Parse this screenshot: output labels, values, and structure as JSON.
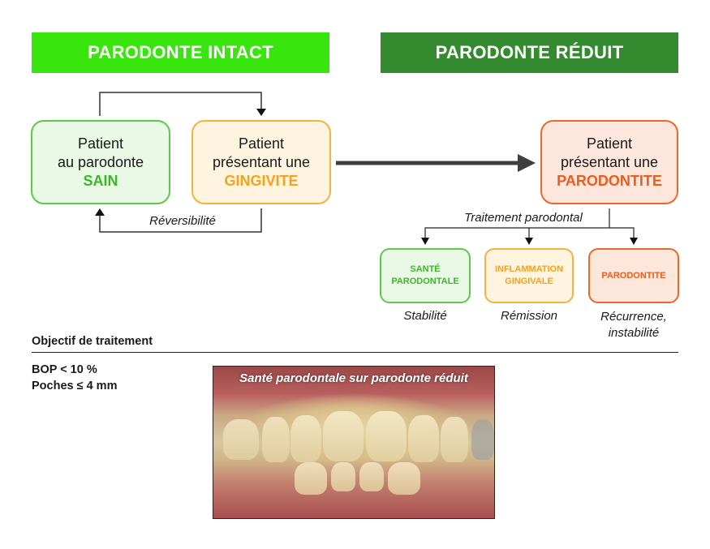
{
  "headers": {
    "left": "PARODONTE INTACT",
    "right": "PARODONTE RÉDUIT"
  },
  "colors": {
    "intact_header": "#38e50c",
    "reduit_header": "#348a2f",
    "healthy": "#3fb52c",
    "gingivitis": "#f4a31c",
    "periodontitis": "#ec5d1c"
  },
  "boxes": {
    "sain": {
      "line1": "Patient",
      "line2": "au parodonte",
      "strong": "SAIN"
    },
    "gingivite": {
      "line1": "Patient",
      "line2": "présentant une",
      "strong": "GINGIVITE"
    },
    "parodontite": {
      "line1": "Patient",
      "line2": "présentant une",
      "strong": "PARODONTITE"
    }
  },
  "labels": {
    "reversibilite": "Réversibilité",
    "traitement": "Traitement parodontal"
  },
  "outcomes": [
    {
      "line1": "SANTÉ",
      "line2": "PARODONTALE",
      "caption1": "Stabilité",
      "caption2": ""
    },
    {
      "line1": "INFLAMMATION",
      "line2": "GINGIVALE",
      "caption1": "Rémission",
      "caption2": ""
    },
    {
      "line1": "PARODONTITE",
      "line2": "",
      "caption1": "Récurrence,",
      "caption2": "instabilité"
    }
  ],
  "objective": {
    "title": "Objectif de traitement",
    "line1": "BOP < 10 %",
    "line2": "Poches ≤ 4 mm"
  },
  "photo": {
    "caption": "Santé parodontale sur parodonte réduit"
  }
}
